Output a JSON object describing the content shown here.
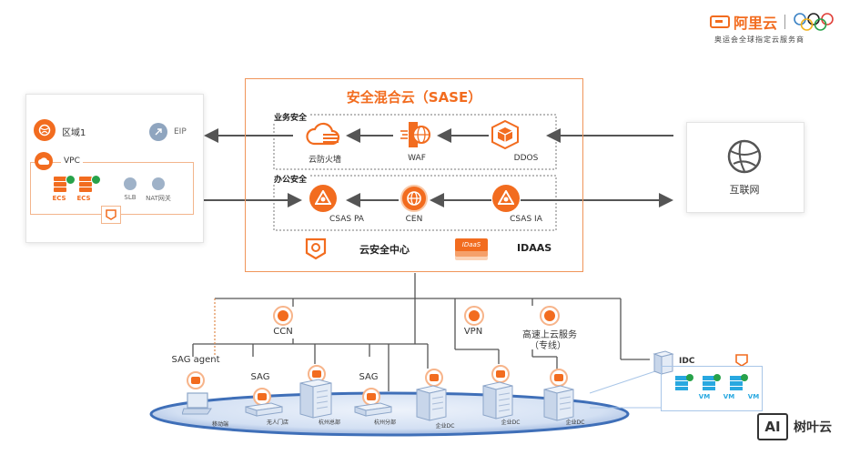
{
  "brand": {
    "name": "阿里云",
    "tagline": "奥运会全球指定云服务商"
  },
  "sase": {
    "title": "安全混合云（SASE）",
    "business_group": "业务安全",
    "office_group": "办公安全",
    "nodes": {
      "firewall": "云防火墙",
      "waf": "WAF",
      "ddos": "DDOS",
      "csas_pa": "CSAS PA",
      "cen": "CEN",
      "csas_ia": "CSAS IA",
      "security_center": "云安全中心",
      "idaas": "IDAAS",
      "idaas_badge": "IDaaS"
    }
  },
  "left_panel": {
    "region": "区域1",
    "eip": "EIP",
    "vpc": "VPC",
    "ecs_1": "ECS",
    "ecs_2": "ECS",
    "slb": "SLB",
    "nat": "NAT网关"
  },
  "internet": {
    "label": "互联网"
  },
  "bottom": {
    "ccn": "CCN",
    "vpn": "VPN",
    "express_line": "高速上云服务",
    "express_line_sub": "（专线）",
    "sag_agent": "SAG agent",
    "sag_1": "SAG",
    "sag_2": "SAG",
    "idc": "IDC",
    "vm_1": "VM",
    "vm_2": "VM",
    "vm_3": "VM",
    "sites": {
      "mobile": "移动端",
      "unmanned_store": "无人门店",
      "hangzhou_hq": "杭州总部",
      "hangzhou_branch": "杭州分部",
      "dc_1": "企业DC",
      "dc_2": "企业DC",
      "dc_3": "企业DC"
    }
  },
  "watermark": {
    "logo": "AI",
    "name": "树叶云"
  },
  "colors": {
    "accent": "#f26c1f",
    "line": "#555555",
    "sase_border": "#f0955a",
    "platform": "#3f6fb8"
  }
}
